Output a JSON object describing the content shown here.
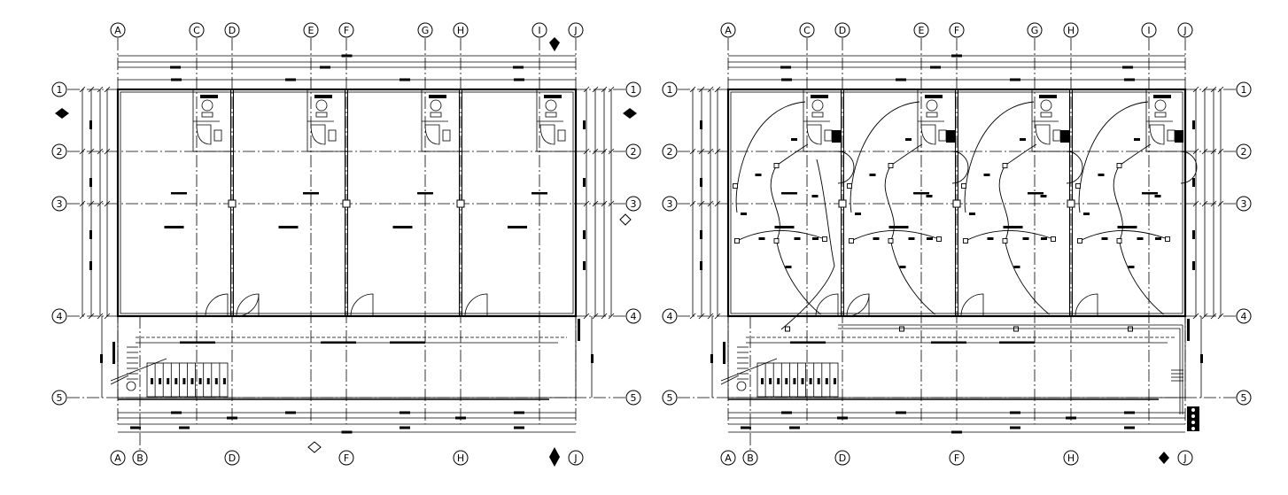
{
  "plans": [
    {
      "id": "floor-plan",
      "wiring": false
    },
    {
      "id": "electrical-plan",
      "wiring": true
    }
  ],
  "grid_letters_top": [
    "A",
    "C",
    "D",
    "E",
    "F",
    "G",
    "H",
    "I",
    "J"
  ],
  "grid_letters_bottom": [
    "A",
    "B",
    "D",
    "F",
    "H",
    "J"
  ],
  "grid_numbers": [
    "1",
    "2",
    "3",
    "4",
    "5"
  ],
  "colors": {
    "line": "#000000",
    "background": "#ffffff"
  }
}
